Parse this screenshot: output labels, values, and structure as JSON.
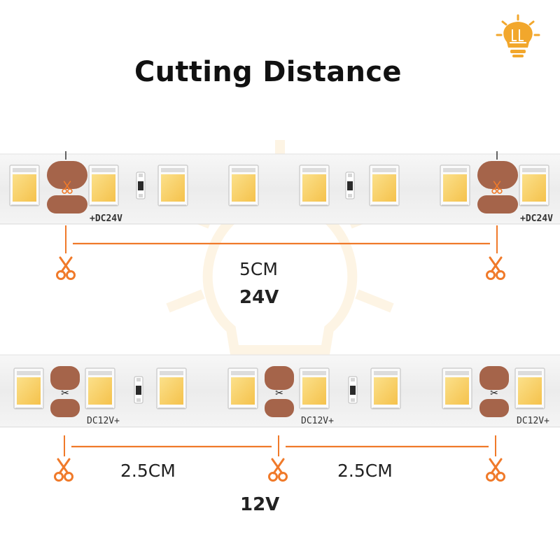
{
  "title": "Cutting Distance",
  "colors": {
    "accent": "#f07a2a",
    "led": "#f8d36b",
    "pad": "#a5644a",
    "strip": "#f1f1f1",
    "logo": "#f2a72c"
  },
  "strip_24v": {
    "marking": "+DC24V",
    "distance": "5CM",
    "voltage": "24V"
  },
  "strip_12v": {
    "marking": "DC12V+",
    "distance_left": "2.5CM",
    "distance_right": "2.5CM",
    "voltage": "12V"
  },
  "icons": {
    "logo": "lightbulb-logo-icon",
    "cut": "scissors-icon"
  }
}
